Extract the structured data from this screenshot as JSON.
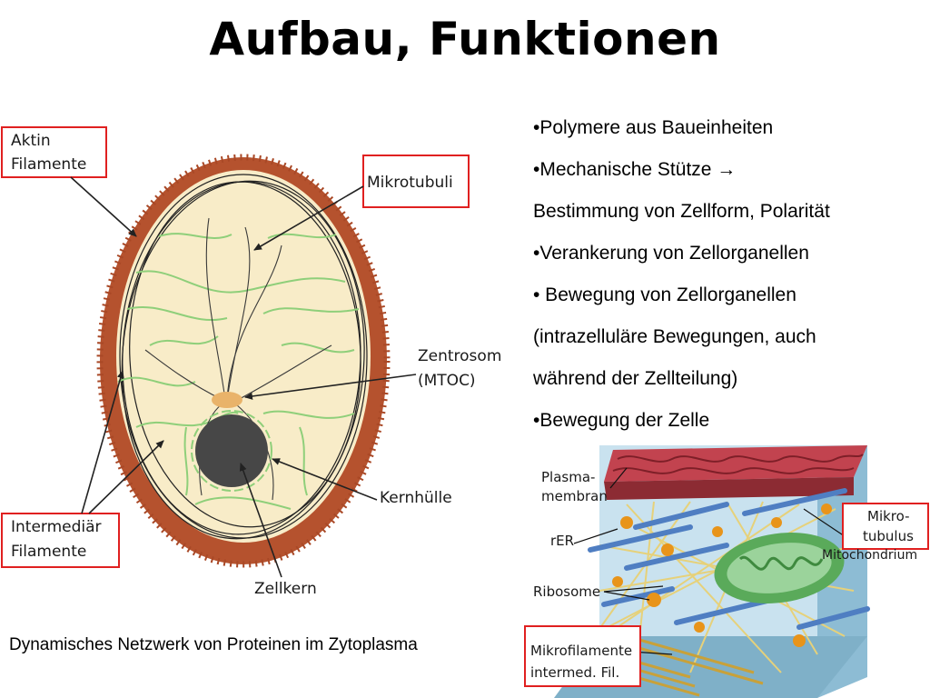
{
  "title": "Aufbau, Funktionen",
  "bullets": [
    "•Polymere aus Baueinheiten",
    "•Mechanische Stütze →",
    "Bestimmung von Zellform, Polarität",
    "•Verankerung von Zellorganellen",
    "• Bewegung von Zellorganellen",
    "(intrazelluläre Bewegungen, auch",
    "während der Zellteilung)",
    "•Bewegung der Zelle"
  ],
  "caption": "Dynamisches Netzwerk von Proteinen im Zytoplasma",
  "cell_diagram": {
    "labels": {
      "aktin_line1": "Aktin",
      "aktin_line2": "Filamente",
      "mikrotubuli": "Mikrotubuli",
      "zentrosom_line1": "Zentrosom",
      "zentrosom_line2": "(MTOC)",
      "kernhuelle": "Kernhülle",
      "zellkern": "Zellkern",
      "intermediaer_line1": "Intermediär",
      "intermediaer_line2": "Filamente"
    }
  },
  "block_diagram": {
    "labels": {
      "plasma_line1": "Plasma-",
      "plasma_line2": "membran",
      "rer": "rER",
      "ribosome": "Ribosome",
      "mikrofilamente": "Mikrofilamente",
      "intermed": "intermed. Fil.",
      "mikro_line1": "Mikro-",
      "mikro_line2": "tubulus",
      "mitochondrium": "Mitochondrium"
    }
  },
  "colors": {
    "highlight_box": "#e02020",
    "cell_wall": "#b5522e",
    "cytoplasm": "#f8ecc8",
    "green_filaments": "#8fcf7a",
    "centrosome": "#e9b36a",
    "nucleus": "#474747",
    "membrane": "#c2434f",
    "microtubule": "#4f7ec2",
    "mitochondrion": "#5aaa5a",
    "junction": "#e8941a",
    "crossfiber": "#e6d17a"
  }
}
